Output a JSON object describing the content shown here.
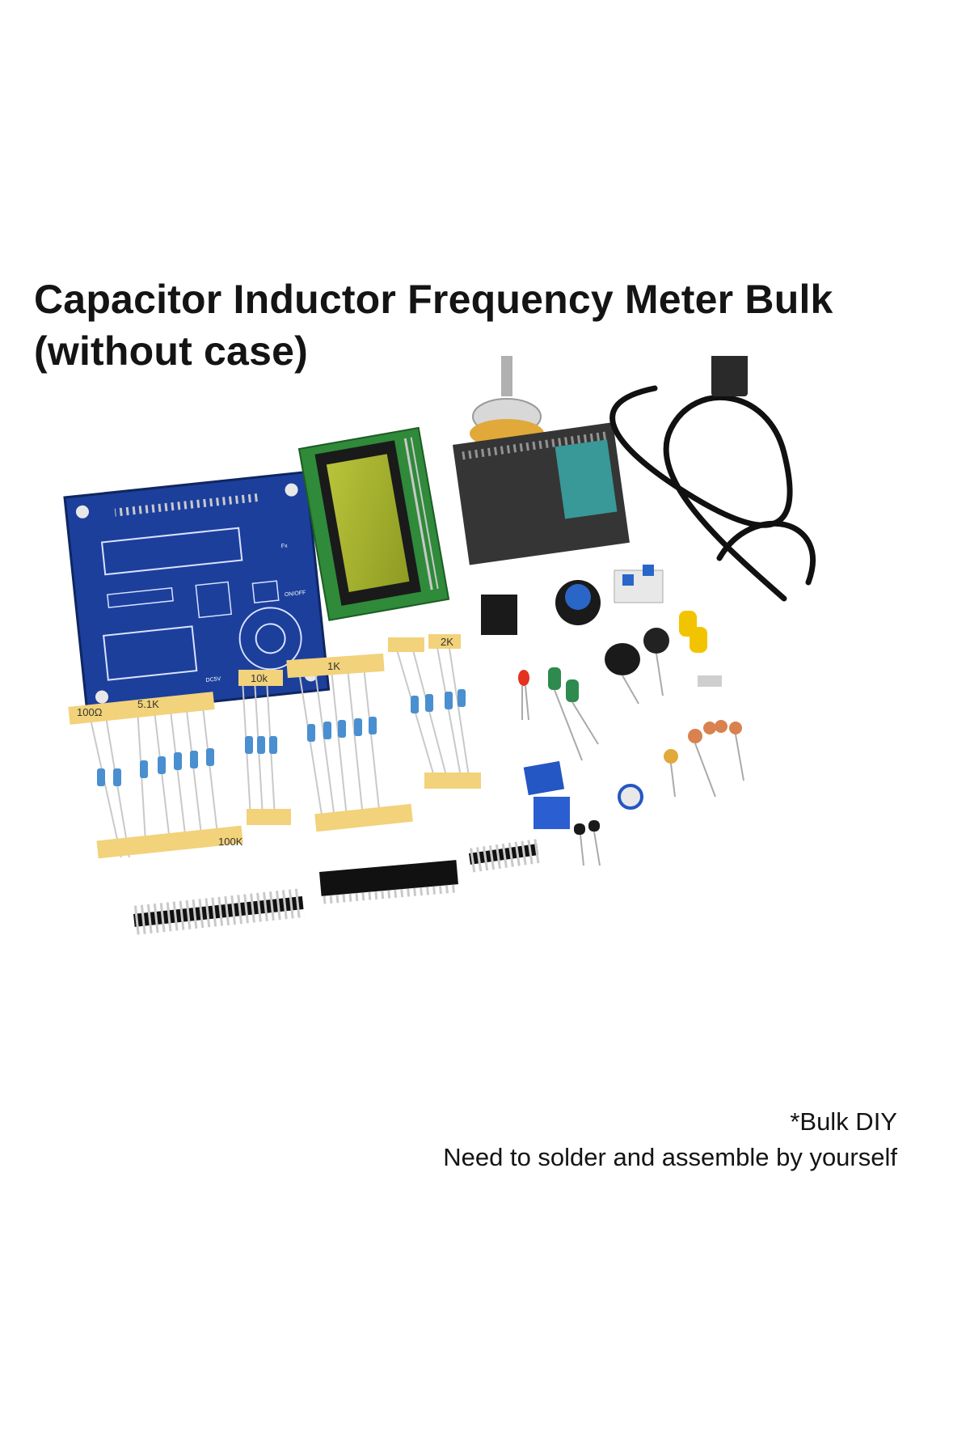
{
  "header": {
    "title_line1": "Capacitor Inductor Frequency Meter Bulk",
    "title_line2": "(without case)"
  },
  "product_photo": {
    "pcb_labels": [
      "ON/OFF",
      "DC5V",
      "Fx"
    ],
    "tape_labels": [
      "100Ω",
      "5.1K",
      "10k",
      "1K",
      "2K",
      "100K"
    ]
  },
  "footer": {
    "note_line1": "*Bulk DIY",
    "note_line2": "Need to solder and assemble by yourself"
  }
}
